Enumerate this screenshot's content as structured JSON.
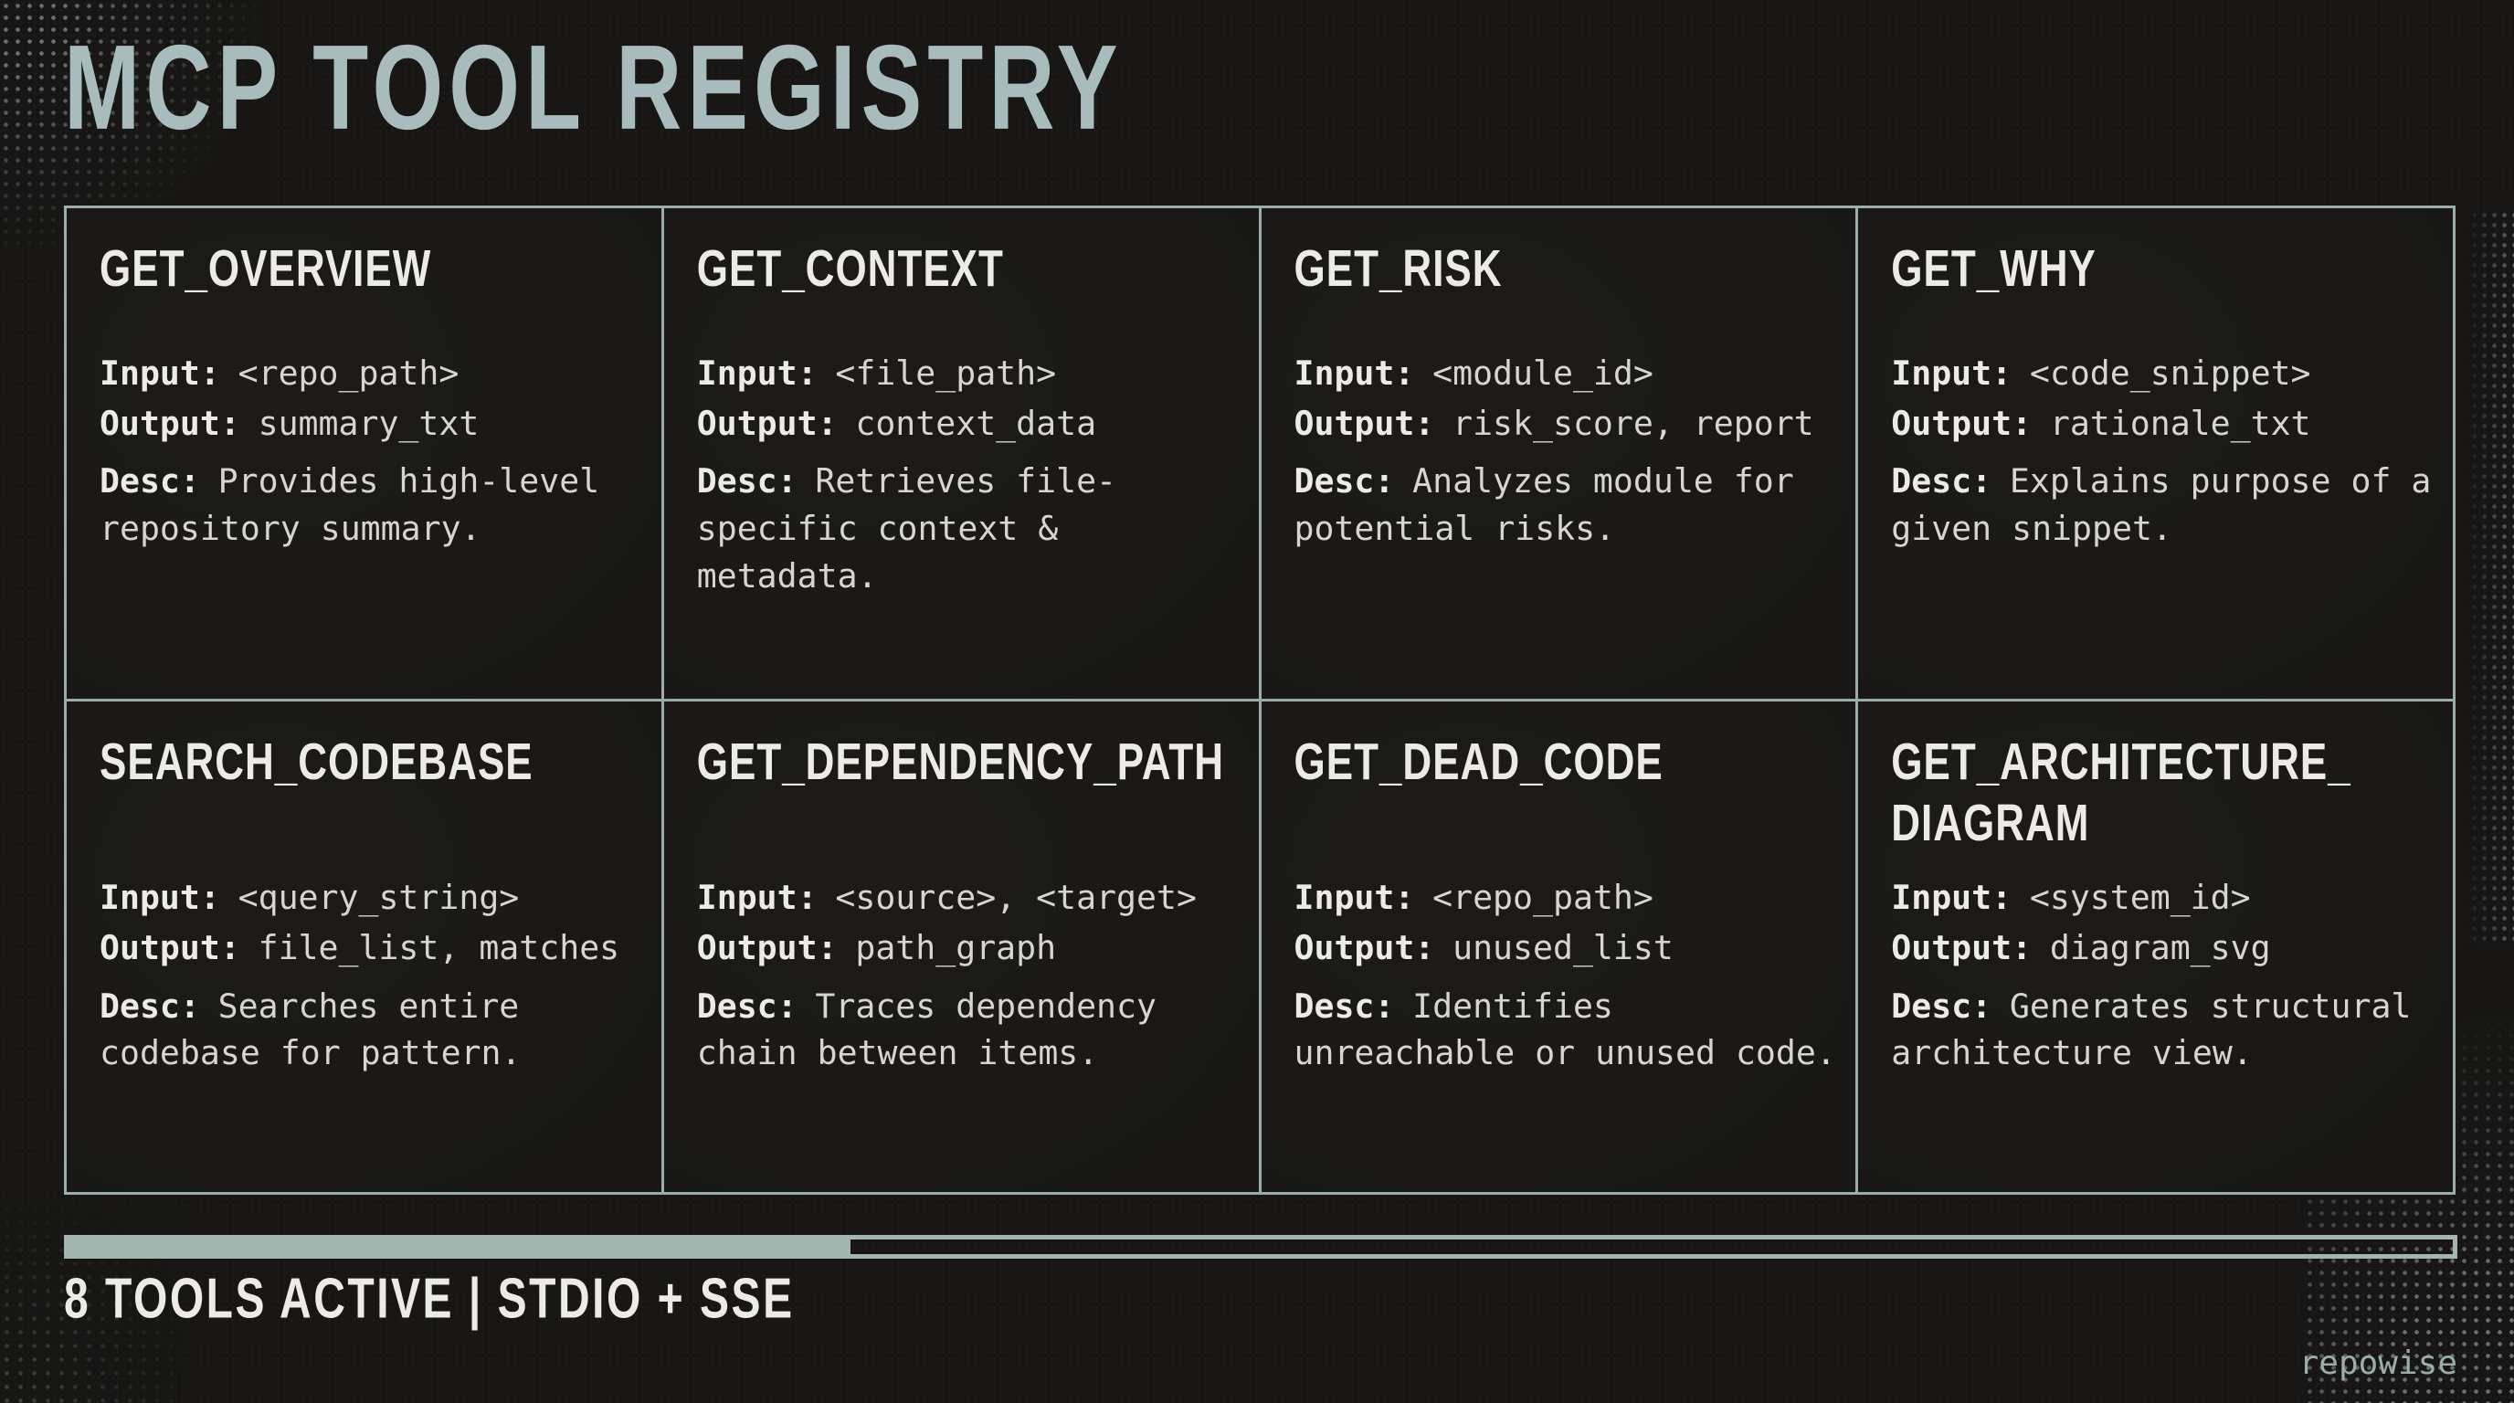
{
  "header": {
    "title": "MCP TOOL REGISTRY"
  },
  "labels": {
    "input": "Input:",
    "output": "Output:",
    "desc": "Desc:"
  },
  "tools": [
    {
      "name": "GET_OVERVIEW",
      "input": "<repo_path>",
      "output": "summary_txt",
      "desc": "Provides high-level repository summary."
    },
    {
      "name": "GET_CONTEXT",
      "input": "<file_path>",
      "output": "context_data",
      "desc": "Retrieves file-specific context & metadata."
    },
    {
      "name": "GET_RISK",
      "input": "<module_id>",
      "output": "risk_score, report",
      "desc": "Analyzes module for potential risks."
    },
    {
      "name": "GET_WHY",
      "input": "<code_snippet>",
      "output": "rationale_txt",
      "desc": "Explains purpose of a given snippet."
    },
    {
      "name": "SEARCH_CODEBASE",
      "input": "<query_string>",
      "output": "file_list, matches",
      "desc": "Searches entire codebase for pattern."
    },
    {
      "name": "GET_DEPENDENCY_PATH",
      "input": "<source>, <target>",
      "output": "path_graph",
      "desc": "Traces dependency chain between items."
    },
    {
      "name": "GET_DEAD_CODE",
      "input": "<repo_path>",
      "output": "unused_list",
      "desc": "Identifies unreachable or unused code."
    },
    {
      "name": "GET_ARCHITECTURE_\nDIAGRAM",
      "input": "<system_id>",
      "output": "diagram_svg",
      "desc": "Generates structural architecture view."
    }
  ],
  "progress": {
    "percent": 33
  },
  "footer": {
    "status": "8 TOOLS ACTIVE | STDIO + SSE",
    "brand": "repowise"
  },
  "colors": {
    "background": "#171614",
    "panel": "#1b1a18",
    "accent_sage": "#9aada7",
    "bar_fill": "#a2b5af",
    "title": "#a8bcbe",
    "text_bright": "#edebe6",
    "text_dim": "#d8d5cf"
  }
}
